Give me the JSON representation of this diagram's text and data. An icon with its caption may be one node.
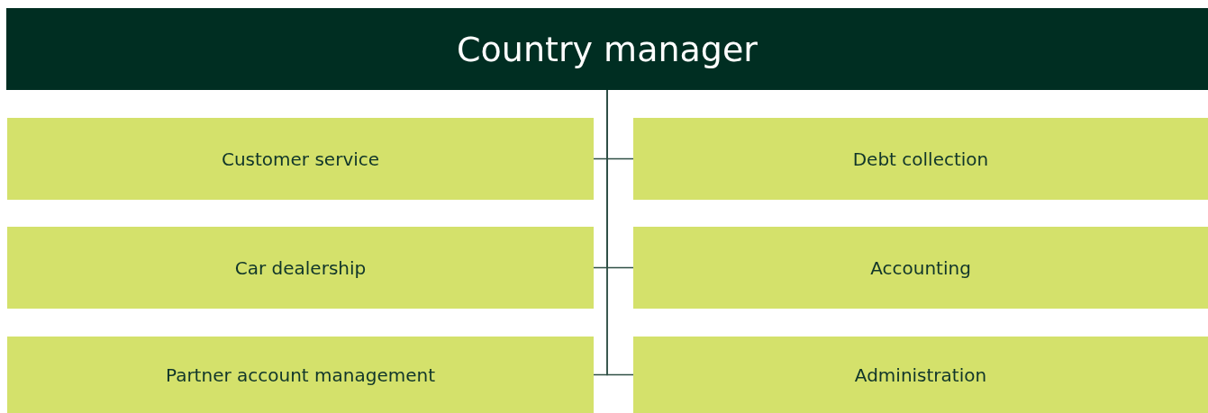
{
  "diagram": {
    "nodes": [
      {
        "text": [
          "Country manager"
        ]
      },
      {
        "text": [
          "Customer service"
        ]
      },
      {
        "text": [
          "Debt collection"
        ]
      },
      {
        "text": [
          "Car dealership"
        ]
      },
      {
        "text": [
          "Accounting"
        ]
      },
      {
        "text": [
          "Partner account management"
        ]
      },
      {
        "text": [
          "Administration"
        ]
      }
    ],
    "edges": [
      {
        "from": 0,
        "to": 1,
        "arrow": "none"
      },
      {
        "from": 0,
        "to": 2,
        "arrow": "none"
      },
      {
        "from": 0,
        "to": 3,
        "arrow": "none"
      },
      {
        "from": 0,
        "to": 4,
        "arrow": "none"
      },
      {
        "from": 0,
        "to": 5,
        "arrow": "none"
      },
      {
        "from": 0,
        "to": 6,
        "arrow": "none"
      }
    ]
  }
}
